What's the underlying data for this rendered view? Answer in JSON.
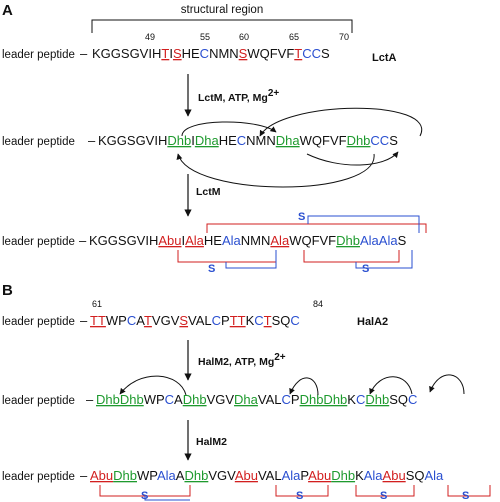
{
  "colors": {
    "black": "#111111",
    "red": "#d21f1f",
    "green": "#1e9a2e",
    "blue": "#2a4fd0"
  },
  "panel_a": {
    "label": "A",
    "structural_region": "structural region",
    "peptide_name": "LctA",
    "residue_numbers": [
      "49",
      "55",
      "60",
      "65",
      "70"
    ],
    "step1": {
      "enzyme": "LctM, ATP, Mg",
      "superscript": "2+"
    },
    "step2": {
      "enzyme": "LctM"
    },
    "rows": {
      "precursor": {
        "leader": "leader peptide",
        "dash": "–",
        "segments": [
          {
            "t": "KGGSGVIH",
            "c": "bk"
          },
          {
            "t": "T",
            "c": "rd"
          },
          {
            "t": "I",
            "c": "bk"
          },
          {
            "t": "S",
            "c": "rd"
          },
          {
            "t": "HE",
            "c": "bk"
          },
          {
            "t": "C",
            "c": "bl"
          },
          {
            "t": "NMN",
            "c": "bk"
          },
          {
            "t": "S",
            "c": "rd"
          },
          {
            "t": "WQFVF",
            "c": "bk"
          },
          {
            "t": "T",
            "c": "rd"
          },
          {
            "t": "CC",
            "c": "bl"
          },
          {
            "t": "S",
            "c": "bk"
          }
        ]
      },
      "dehydrated": {
        "leader": "leader peptide",
        "dash": "–",
        "segments": [
          {
            "t": "KGGSGVIH",
            "c": "bk"
          },
          {
            "t": "Dhb",
            "c": "gr"
          },
          {
            "t": "I",
            "c": "bk"
          },
          {
            "t": "Dha",
            "c": "gr"
          },
          {
            "t": "HE",
            "c": "bk"
          },
          {
            "t": "C",
            "c": "bl"
          },
          {
            "t": "NMN",
            "c": "bk"
          },
          {
            "t": "Dha",
            "c": "gr"
          },
          {
            "t": "WQFVF",
            "c": "bk"
          },
          {
            "t": "Dhb",
            "c": "gr"
          },
          {
            "t": "CC",
            "c": "bl"
          },
          {
            "t": "S",
            "c": "bk"
          }
        ]
      },
      "cyclized": {
        "leader": "leader peptide",
        "dash": "–",
        "segments": [
          {
            "t": "KGGSGVIH",
            "c": "bk"
          },
          {
            "t": "Abu",
            "c": "rd"
          },
          {
            "t": "I",
            "c": "bk"
          },
          {
            "t": "Ala",
            "c": "rd"
          },
          {
            "t": "HE",
            "c": "bk"
          },
          {
            "t": "Ala",
            "c": "bl"
          },
          {
            "t": "NMN",
            "c": "bk"
          },
          {
            "t": "Ala",
            "c": "rd"
          },
          {
            "t": "WQFVF",
            "c": "bk"
          },
          {
            "t": "Dhb",
            "c": "gr"
          },
          {
            "t": "AlaAla",
            "c": "bl"
          },
          {
            "t": "S",
            "c": "bk"
          }
        ]
      }
    },
    "bridge_label": "S"
  },
  "panel_b": {
    "label": "B",
    "peptide_name": "HalA2",
    "residue_numbers": [
      "61",
      "84"
    ],
    "step1": {
      "enzyme": "HalM2, ATP, Mg",
      "superscript": "2+"
    },
    "step2": {
      "enzyme": "HalM2"
    },
    "rows": {
      "precursor": {
        "leader": "leader peptide",
        "dash": "–",
        "segments": [
          {
            "t": "TT",
            "c": "rd"
          },
          {
            "t": "WP",
            "c": "bk"
          },
          {
            "t": "C",
            "c": "bl"
          },
          {
            "t": "A",
            "c": "bk"
          },
          {
            "t": "T",
            "c": "rd"
          },
          {
            "t": "VGV",
            "c": "bk"
          },
          {
            "t": "S",
            "c": "rd"
          },
          {
            "t": "VAL",
            "c": "bk"
          },
          {
            "t": "C",
            "c": "bl"
          },
          {
            "t": "P",
            "c": "bk"
          },
          {
            "t": "TT",
            "c": "rd"
          },
          {
            "t": "K",
            "c": "bk"
          },
          {
            "t": "C",
            "c": "bl"
          },
          {
            "t": "T",
            "c": "rd"
          },
          {
            "t": "SQ",
            "c": "bk"
          },
          {
            "t": "C",
            "c": "bl"
          }
        ]
      },
      "dehydrated": {
        "leader": "leader peptide",
        "dash": "–",
        "segments": [
          {
            "t": "DhbDhb",
            "c": "gr"
          },
          {
            "t": "WP",
            "c": "bk"
          },
          {
            "t": "C",
            "c": "bl"
          },
          {
            "t": "A",
            "c": "bk"
          },
          {
            "t": "Dhb",
            "c": "gr"
          },
          {
            "t": "VGV",
            "c": "bk"
          },
          {
            "t": "Dha",
            "c": "gr"
          },
          {
            "t": "VAL",
            "c": "bk"
          },
          {
            "t": "C",
            "c": "bl"
          },
          {
            "t": "P",
            "c": "bk"
          },
          {
            "t": "DhbDhb",
            "c": "gr"
          },
          {
            "t": "K",
            "c": "bk"
          },
          {
            "t": "C",
            "c": "bl"
          },
          {
            "t": "Dhb",
            "c": "gr"
          },
          {
            "t": "SQ",
            "c": "bk"
          },
          {
            "t": "C",
            "c": "bl"
          }
        ]
      },
      "cyclized": {
        "leader": "leader peptide",
        "dash": "–",
        "segments": [
          {
            "t": "Abu",
            "c": "rd"
          },
          {
            "t": "Dhb",
            "c": "gr"
          },
          {
            "t": "WP",
            "c": "bk"
          },
          {
            "t": "Ala",
            "c": "bl"
          },
          {
            "t": "A",
            "c": "bk"
          },
          {
            "t": "Dhb",
            "c": "gr"
          },
          {
            "t": "VGV",
            "c": "bk"
          },
          {
            "t": "Abu",
            "c": "rd"
          },
          {
            "t": "VAL",
            "c": "bk"
          },
          {
            "t": "Ala",
            "c": "bl"
          },
          {
            "t": "P",
            "c": "bk"
          },
          {
            "t": "Abu",
            "c": "rd"
          },
          {
            "t": "Dhb",
            "c": "gr"
          },
          {
            "t": "K",
            "c": "bk"
          },
          {
            "t": "Ala",
            "c": "bl"
          },
          {
            "t": "Abu",
            "c": "rd"
          },
          {
            "t": "SQ",
            "c": "bk"
          },
          {
            "t": "Ala",
            "c": "bl"
          }
        ]
      }
    },
    "bridge_label": "S"
  }
}
